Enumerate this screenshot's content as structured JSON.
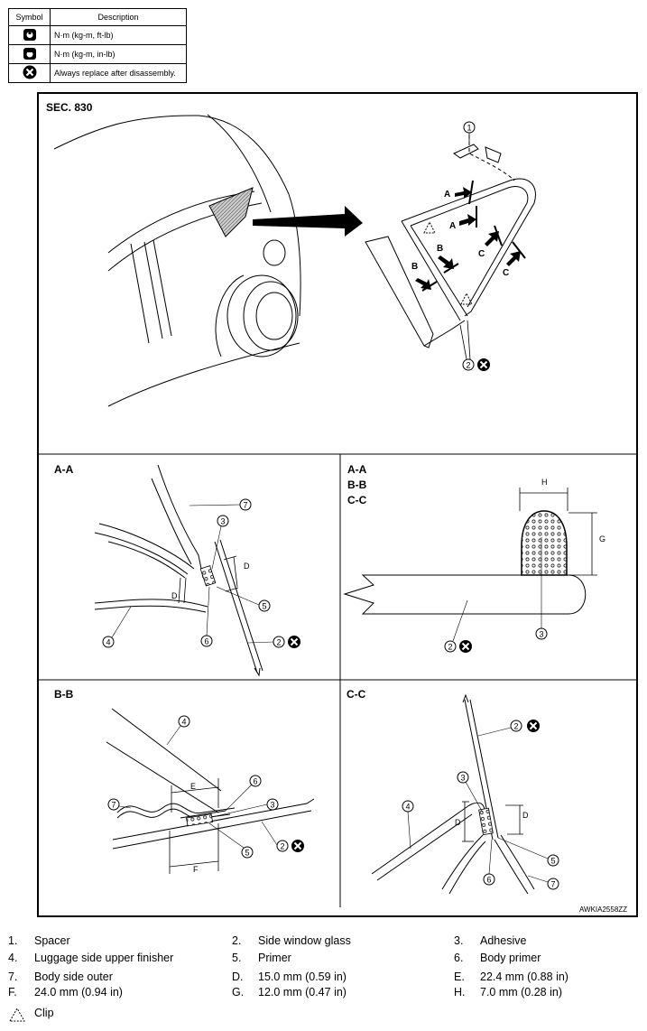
{
  "symbol_table": {
    "headers": [
      "Symbol",
      "Description"
    ],
    "rows": [
      {
        "icon": "torque-wrench-icon",
        "description": "N·m (kg-m, ft-lb)"
      },
      {
        "icon": "torque-wrench-small-icon",
        "description": "N·m (kg-m, in-lb)"
      },
      {
        "icon": "replace-icon",
        "description": "Always replace after disassembly."
      }
    ]
  },
  "figure": {
    "section": "SEC. 830",
    "code": "AWKIA2558ZZ",
    "panels": {
      "aa": "A-A",
      "section_multi": [
        "A-A",
        "B-B",
        "C-C"
      ],
      "bb": "B-B",
      "cc": "C-C"
    },
    "callouts": [
      "1",
      "2",
      "3",
      "4",
      "5",
      "6",
      "7"
    ],
    "dimension_letters": [
      "D",
      "E",
      "F",
      "G",
      "H"
    ],
    "section_letters": [
      "A",
      "B",
      "C"
    ]
  },
  "legend": [
    {
      "num": "1.",
      "text": "Spacer"
    },
    {
      "num": "2.",
      "text": "Side window glass"
    },
    {
      "num": "3.",
      "text": "Adhesive"
    },
    {
      "num": "4.",
      "text": "Luggage side upper finisher"
    },
    {
      "num": "5.",
      "text": "Primer"
    },
    {
      "num": "6.",
      "text": "Body primer"
    },
    {
      "num": "7.",
      "text": "Body side outer"
    },
    {
      "num": "D.",
      "text": "15.0 mm (0.59 in)"
    },
    {
      "num": "E.",
      "text": "22.4 mm (0.88 in)"
    },
    {
      "num": "F.",
      "text": "24.0 mm (0.94 in)"
    },
    {
      "num": "G.",
      "text": "12.0 mm (0.47 in)"
    },
    {
      "num": "H.",
      "text": "7.0 mm (0.28 in)"
    }
  ],
  "clip_label": "Clip"
}
